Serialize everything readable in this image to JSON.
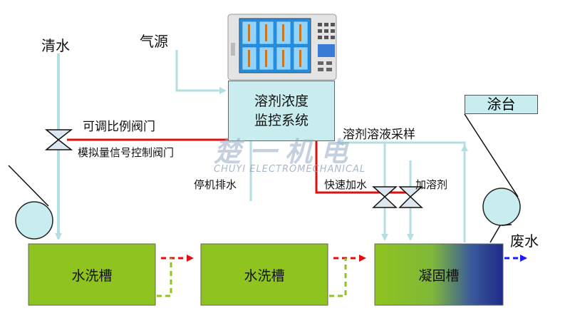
{
  "labels": {
    "clean_water": "清水",
    "air_source": "气源",
    "adjustable_valve": "可调比例阀门",
    "analog_valve": "模拟量信号控制阀门",
    "stop_drain": "停机排水",
    "sampling": "溶剂溶液采样",
    "quick_add_water": "快速加水",
    "add_solvent": "加溶剂",
    "coating": "涂台",
    "waste_water": "废水"
  },
  "controller": {
    "line1": "溶剂浓度",
    "line2": "监控系统"
  },
  "tanks": {
    "wash1": "水洗槽",
    "wash2": "水洗槽",
    "coagulation": "凝固槽"
  },
  "watermark": {
    "cn": "楚一机电",
    "en": "CHUYI ELECTROMECHANICAL"
  },
  "colors": {
    "pipe_water": "#b3dfe3",
    "signal_line": "#e01010",
    "tank_green": "#8fc31f",
    "tank_blue": "#1f2a8a",
    "flow_red": "#e01010",
    "flow_green": "#8fc31f",
    "waste_blue": "#1a1aff"
  }
}
